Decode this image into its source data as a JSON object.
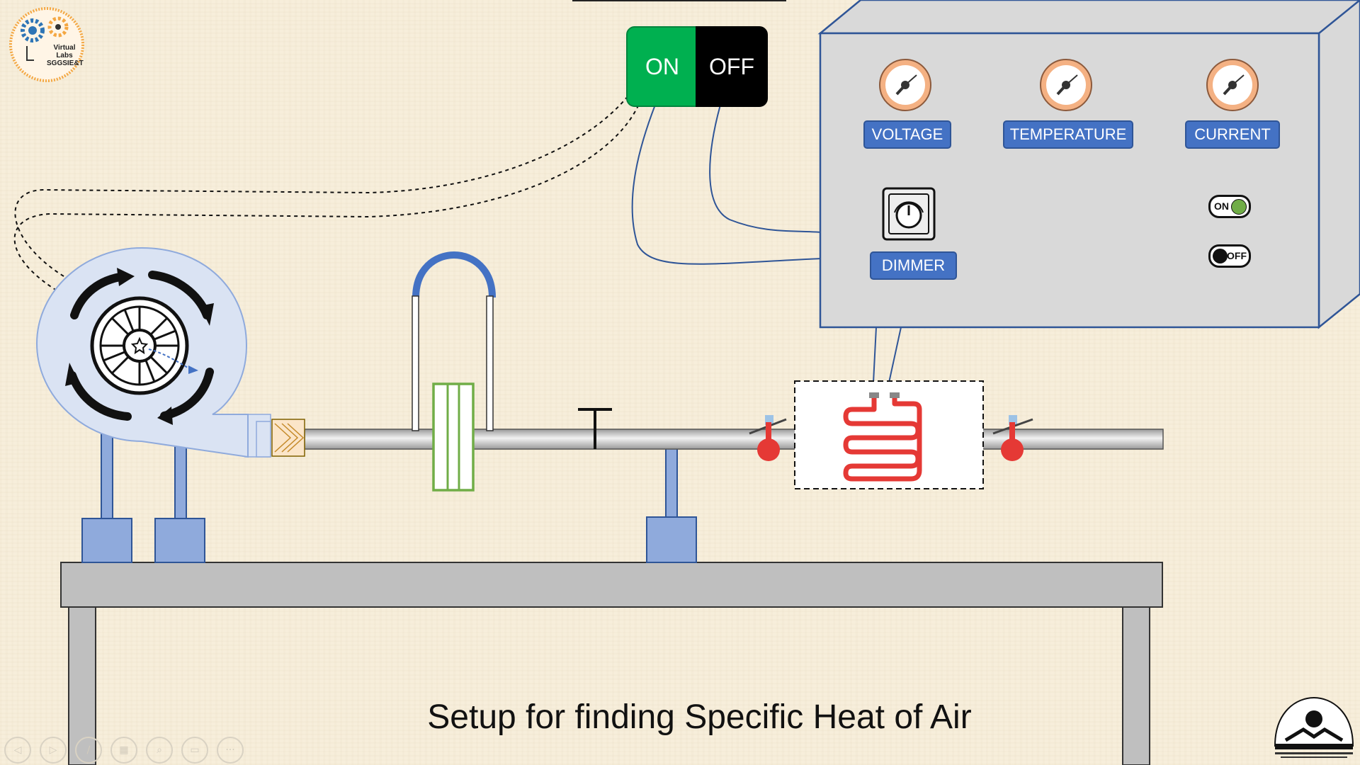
{
  "logo": {
    "line1": "Virtual",
    "line2": "Labs",
    "line3": "SGGSIE&T"
  },
  "main_switch": {
    "on_label": "ON",
    "off_label": "OFF",
    "on_color": "#00b050",
    "off_color": "#000000"
  },
  "panel": {
    "voltage_label": "VOLTAGE",
    "temperature_label": "TEMPERATURE",
    "current_label": "CURRENT",
    "dimmer_label": "DIMMER",
    "toggle_on_label": "ON",
    "toggle_off_label": "OFF",
    "label_color": "#4472c4",
    "panel_color": "#d9d9d9"
  },
  "caption": "Setup for finding Specific Heat of Air",
  "nav": {
    "icons": [
      "prev-icon",
      "next-icon",
      "pen-icon",
      "slides-icon",
      "zoom-icon",
      "subtitle-icon",
      "more-icon"
    ],
    "glyphs": [
      "◁",
      "▷",
      "∕",
      "▦",
      "⌕",
      "▭",
      "···"
    ]
  }
}
